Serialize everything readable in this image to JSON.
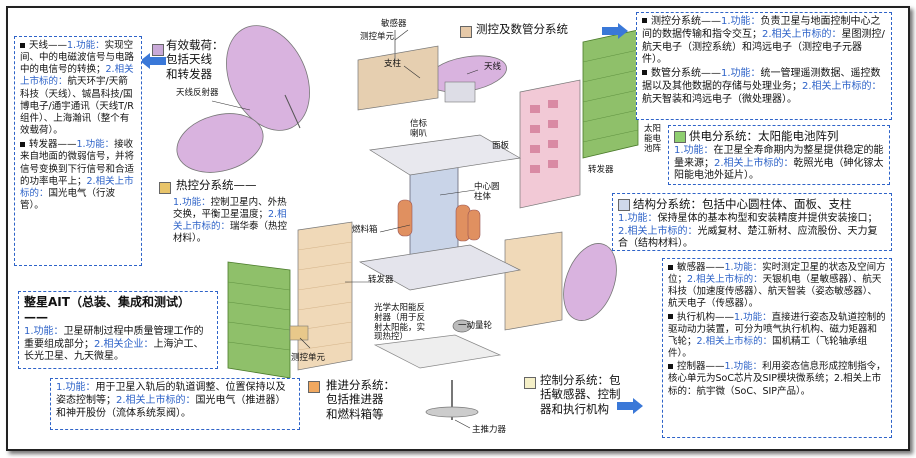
{
  "subsystems": {
    "payload": {
      "title_line1": "有效载荷：",
      "title_line2": "包括天线",
      "title_line3": "和转发器",
      "swatch_color": "#c9a9d8"
    },
    "measurement": {
      "title": "测控及数管分系统",
      "swatch_color": "#e6c9a8"
    },
    "power": {
      "title": "供电分系统：太阳能电池阵列",
      "swatch_color": "#8fcf70"
    },
    "structure": {
      "title": "结构分系统：包括中心圆柱体、面板、支柱",
      "swatch_color": "#cfd8ea"
    },
    "thermal": {
      "title": "热控分系统——",
      "swatch_color": "#e8c46a"
    },
    "propulsion": {
      "title_line1": "推进分系统：",
      "title_line2": "包括推进器",
      "title_line3": "和燃料箱等",
      "swatch_color": "#f0a860"
    },
    "control": {
      "title_line1": "控制分系统：包",
      "title_line2": "括敏感器、控制",
      "title_line3": "器和执行机构",
      "swatch_color": "#f5f0c8"
    }
  },
  "left_box": {
    "antenna_head": "天线——",
    "antenna_func_label": "1.功能：",
    "antenna_func": "实现空间、中的电磁波信号与电路中的电信号的转换；",
    "antenna_target_label": "2.相关上市标的：",
    "antenna_target": "航天环宇/天箭科技（天线）、铖昌科技/国博电子/通宇通讯（天线T/R组件）、上海瀚讯（整个有效载荷）。",
    "transponder_head": "转发器——",
    "transponder_func_label": "1.功能：",
    "transponder_func": "接收来自地面的微弱信号，并将信号变换到下行信号和合适的功率电平上；",
    "transponder_target_label": "2.相关上市标的：",
    "transponder_target": "国光电气（行波管）。"
  },
  "thermal_box": {
    "func_label": "1.功能：",
    "func": "控制卫星内、外热交换，平衡卫星温度；",
    "target_label": "2.相关上市标的：",
    "target": "瑞华泰（热控材料）。"
  },
  "ait_box": {
    "title": "整星AIT（总装、集成和测试）——",
    "func_label": "1.功能：",
    "func": "卫星研制过程中质量管理工作的重要组成部分；",
    "company_label": "2.相关企业：",
    "company": "上海沪工、长光卫星、九天微星。"
  },
  "propulsion_box": {
    "func_label": "1.功能：",
    "func": "用于卫星入轨后的轨道调整、位置保持以及姿态控制等；",
    "target_label": "2.相关上市标的：",
    "target": "国光电气（推进器）和神开股份（流体系统泵阀）。"
  },
  "measurement_box": {
    "tt_head": "测控分系统——",
    "tt_func_label": "1.功能：",
    "tt_func": "负责卫星与地面控制中心之间的数据传输和指令交互；",
    "tt_target_label": "2.相关上市标的：",
    "tt_target": "星图测控/航天电子（测控系统）和鸿远电子（测控电子元器件）。",
    "dm_head": "数管分系统——",
    "dm_func_label": "1.功能：",
    "dm_func": "统一管理遥测数据、遥控数据以及其他数据的存储与处理业务；",
    "dm_target_label": "2.相关上市标的：",
    "dm_target": "航天智装和鸿远电子（微处理器）。"
  },
  "power_box": {
    "func_label": "1.功能：",
    "func": "在卫星全寿命期内为整星提供稳定的能量来源；",
    "target_label": "2.相关上市标的：",
    "target": "乾照光电（砷化镓太阳能电池外延片）。"
  },
  "structure_box": {
    "func_label": "1.功能：",
    "func": "保持星体的基本构型和安装精度并提供安装接口；",
    "target_label": "2.相关上市标的：",
    "target": "光威复材、楚江新材、应流股份、天力复合（结构材料）。"
  },
  "control_box": {
    "sensor_head": "敏感器——",
    "sensor_func_label": "1.功能：",
    "sensor_func": "实时测定卫星的状态及空间方位；",
    "sensor_target_label": "2.相关上市标的：",
    "sensor_target": "天银机电（星敏感器）、航天科技（加速度传感器）、航天智装（姿态敏感器）、航天电子（传感器）。",
    "actuator_head": "执行机构——",
    "actuator_func_label": "1.功能：",
    "actuator_func": "直接进行姿态及轨道控制的驱动动力装置，可分为喷气执行机构、磁力矩器和飞轮；",
    "actuator_target_label": "2.相关上市标的：",
    "actuator_target": "国机精工（飞轮轴承组件）。",
    "controller_head": "控制器——",
    "controller_func_label": "1.功能：",
    "controller_func": "利用姿态信息形成控制指令，核心单元为SoC芯片及SIP模块微系统；2.相关上市标的：航宇微（SoC、SIP产品）。"
  },
  "part_labels": {
    "antenna_reflector": "天线反射器",
    "sensor_top": "敏感器",
    "tt_unit_top": "测控单元",
    "strut": "支柱",
    "antenna": "天线",
    "beacon_horn": "信标\n喇叭",
    "solar_array_top": "太阳\n能电\n池阵",
    "transponder_right": "转发器",
    "panel": "面板",
    "center_cylinder": "中心圆\n柱体",
    "fuel_tank": "燃料箱",
    "transponder_lower": "转发器",
    "optical_solar_reflector": "光学太阳能反\n射器（用于反\n射太阳能，实\n现热控）",
    "momentum_wheel": "一动量轮",
    "tt_unit_lower": "测控单元",
    "main_thruster": "主推力器"
  }
}
